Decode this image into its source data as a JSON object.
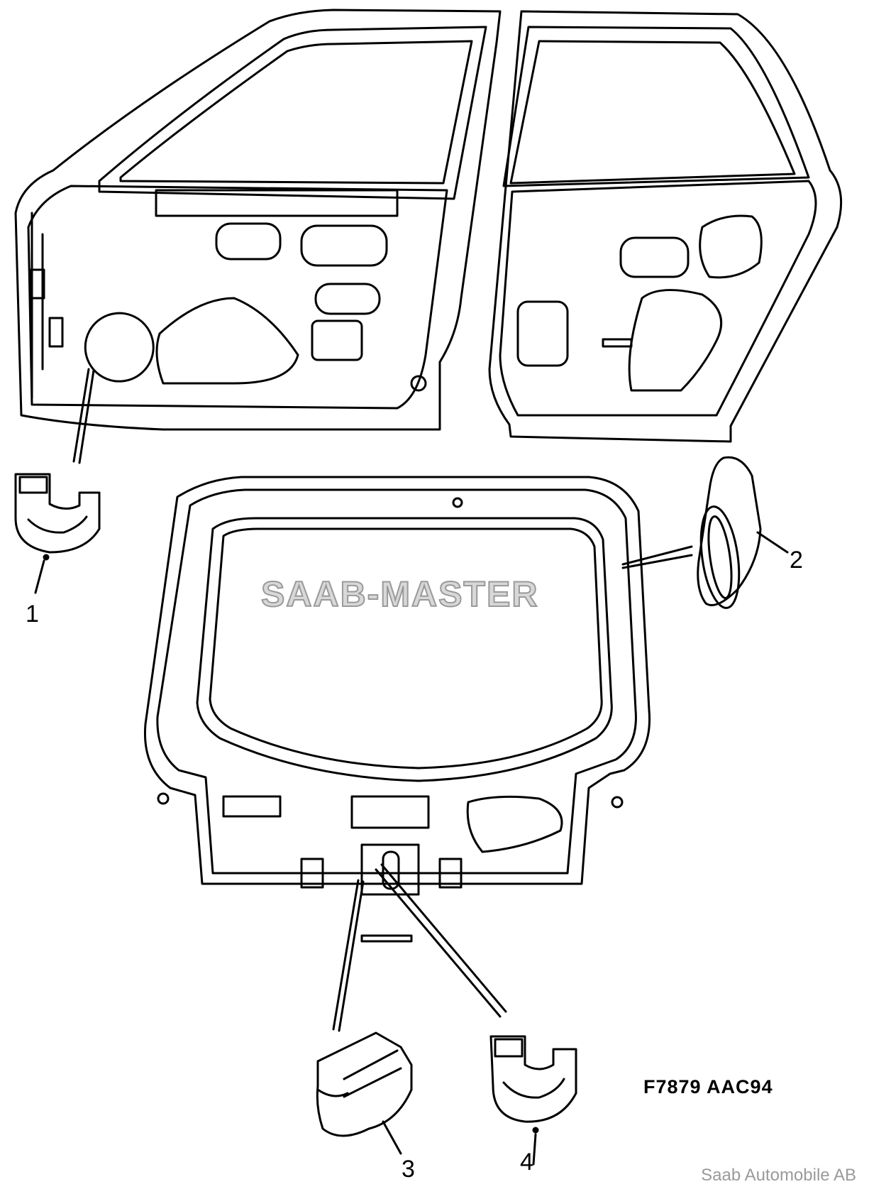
{
  "callouts": [
    {
      "id": "1",
      "label": "1"
    },
    {
      "id": "2",
      "label": "2"
    },
    {
      "id": "3",
      "label": "3"
    },
    {
      "id": "4",
      "label": "4"
    }
  ],
  "reference_code": "F7879  AAC94",
  "watermark_text": "SAAB-MASTER",
  "copyright": "Saab Automobile AB",
  "colors": {
    "line": "#000000",
    "watermark_fill": "#d8d8d8",
    "watermark_stroke": "#9a9a9a",
    "copyright": "#9a9a9a"
  }
}
